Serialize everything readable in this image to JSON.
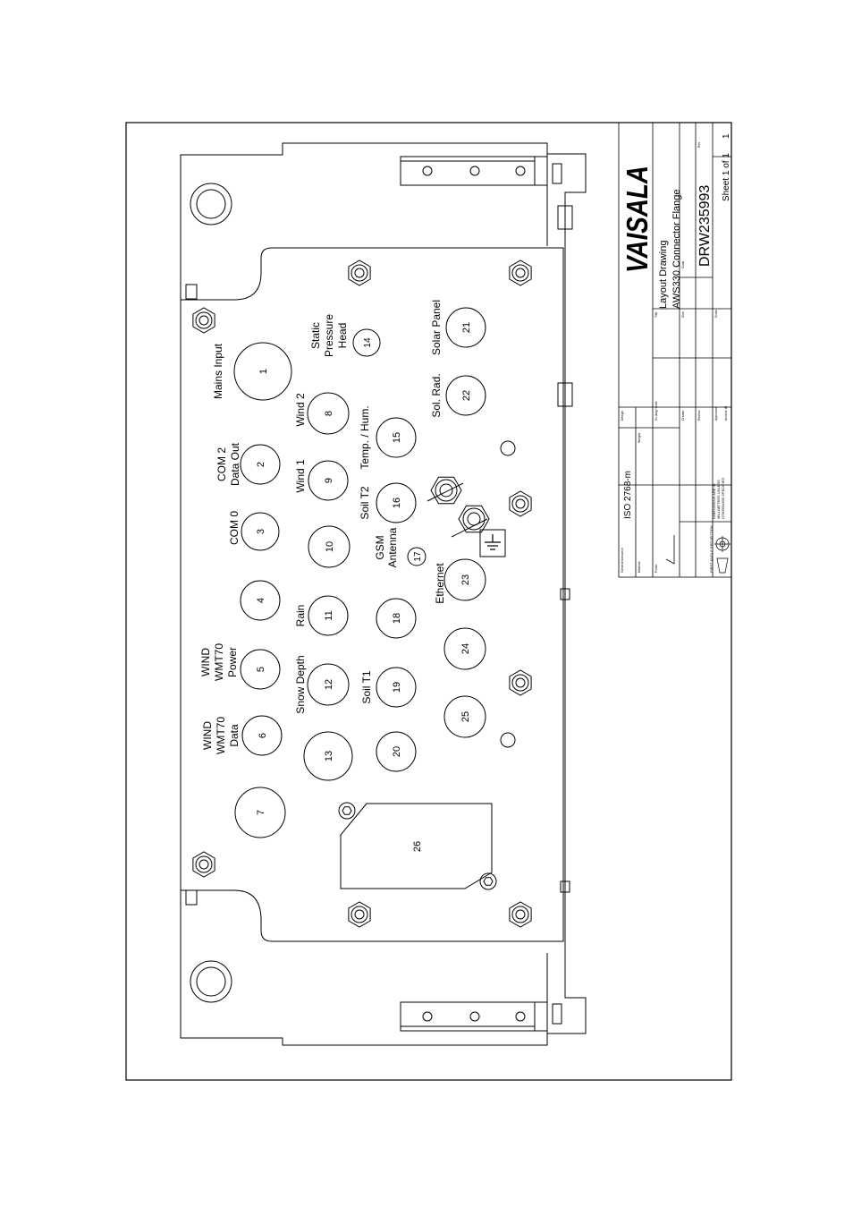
{
  "connectors": [
    {
      "num": "1",
      "label": [
        "Mains Input"
      ]
    },
    {
      "num": "2",
      "label": [
        "COM 2",
        "Data Out"
      ]
    },
    {
      "num": "3",
      "label": [
        "COM 0"
      ]
    },
    {
      "num": "4",
      "label": []
    },
    {
      "num": "5",
      "label": [
        "WIND",
        "WMT70",
        "Power"
      ]
    },
    {
      "num": "6",
      "label": [
        "WIND",
        "WMT70",
        "Data"
      ]
    },
    {
      "num": "7",
      "label": []
    },
    {
      "num": "8",
      "label": [
        "Wind 2"
      ]
    },
    {
      "num": "9",
      "label": [
        "Wind 1"
      ]
    },
    {
      "num": "10",
      "label": []
    },
    {
      "num": "11",
      "label": [
        "Rain"
      ]
    },
    {
      "num": "12",
      "label": [
        "Snow Depth"
      ]
    },
    {
      "num": "13",
      "label": []
    },
    {
      "num": "14",
      "label": [
        "Static",
        "Pressure",
        "Head"
      ]
    },
    {
      "num": "15",
      "label": [
        "Temp. / Hum."
      ]
    },
    {
      "num": "16",
      "label": [
        "Soil T2"
      ]
    },
    {
      "num": "17",
      "label": [
        "GSM",
        "Antenna"
      ]
    },
    {
      "num": "18",
      "label": []
    },
    {
      "num": "19",
      "label": [
        "Soil T1"
      ]
    },
    {
      "num": "20",
      "label": []
    },
    {
      "num": "21",
      "label": [
        "Solar Panel"
      ]
    },
    {
      "num": "22",
      "label": [
        "Sol. Rad."
      ]
    },
    {
      "num": "23",
      "label": [
        "Ethernet"
      ]
    },
    {
      "num": "24",
      "label": []
    },
    {
      "num": "25",
      "label": []
    },
    {
      "num": "26",
      "label": []
    }
  ],
  "title_block": {
    "logo": "VAISALA",
    "title_line1": "Layout Drawing",
    "title_line2": "AWS330 Connector Flange",
    "code": "DRW235993",
    "sheet": "Sheet 1 of 1",
    "rev": "1",
    "standard": "ISO 2768-m",
    "projection": "FIRST ANGLE PROJECTION",
    "dimensions_note": [
      "DIMENSIONS ARE IN",
      "MILLIMETERS UNLESS",
      "OTHERWISE SPECIFIED"
    ],
    "field_labels": {
      "general_tolerance": "General tolerance",
      "material": "Material",
      "finish": "Finish",
      "weight": "Weight",
      "design": "Design",
      "scale_dwg": "Sc.dwg/ scale",
      "creator": "Creator",
      "review": "Review",
      "approved": "Approved",
      "archive_id": "Archive ID",
      "title": "Title",
      "size": "Size",
      "code": "Code",
      "scale": "Scale",
      "rev": "Rev"
    }
  }
}
